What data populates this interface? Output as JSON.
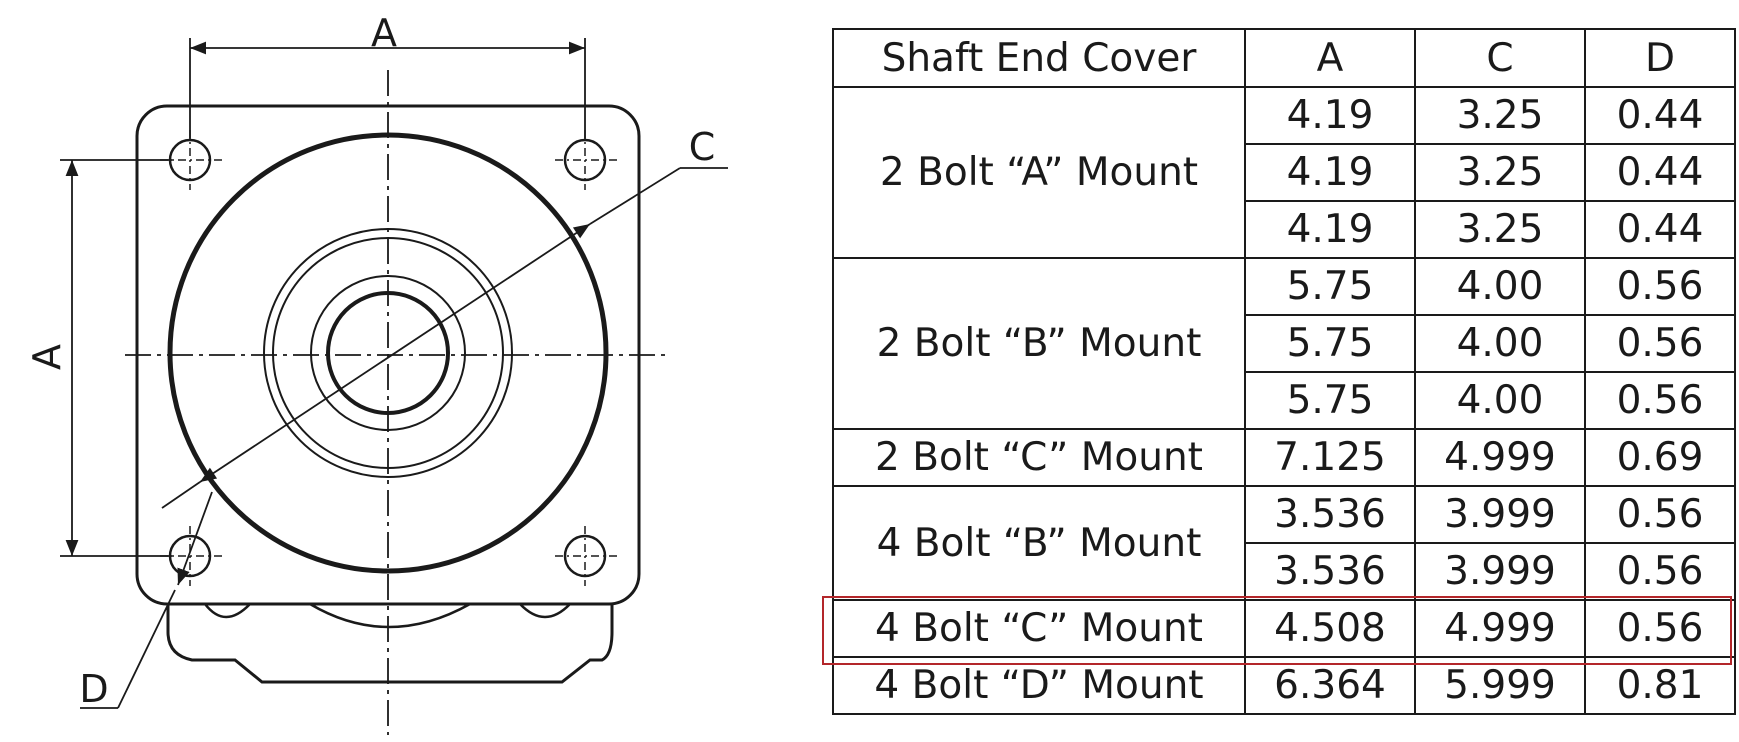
{
  "drawing": {
    "labels": {
      "a_top": "A",
      "a_left": "A",
      "c": "C",
      "d": "D"
    }
  },
  "table": {
    "headers": [
      "Shaft End Cover",
      "A",
      "C",
      "D"
    ],
    "groups": [
      {
        "mount": "2 Bolt “A” Mount",
        "rows": [
          [
            "4.19",
            "3.25",
            "0.44"
          ],
          [
            "4.19",
            "3.25",
            "0.44"
          ],
          [
            "4.19",
            "3.25",
            "0.44"
          ]
        ]
      },
      {
        "mount": "2 Bolt “B” Mount",
        "rows": [
          [
            "5.75",
            "4.00",
            "0.56"
          ],
          [
            "5.75",
            "4.00",
            "0.56"
          ],
          [
            "5.75",
            "4.00",
            "0.56"
          ]
        ]
      },
      {
        "mount": "2 Bolt “C” Mount",
        "rows": [
          [
            "7.125",
            "4.999",
            "0.69"
          ]
        ]
      },
      {
        "mount": "4 Bolt “B” Mount",
        "rows": [
          [
            "3.536",
            "3.999",
            "0.56"
          ],
          [
            "3.536",
            "3.999",
            "0.56"
          ]
        ]
      },
      {
        "mount": "4 Bolt “C” Mount",
        "rows": [
          [
            "4.508",
            "4.999",
            "0.56"
          ]
        ],
        "highlighted": true
      },
      {
        "mount": "4 Bolt “D” Mount",
        "rows": [
          [
            "6.364",
            "5.999",
            "0.81"
          ]
        ]
      }
    ]
  },
  "colors": {
    "line": "#1a1a1a",
    "highlight": "#b3262a",
    "background": "#ffffff"
  }
}
